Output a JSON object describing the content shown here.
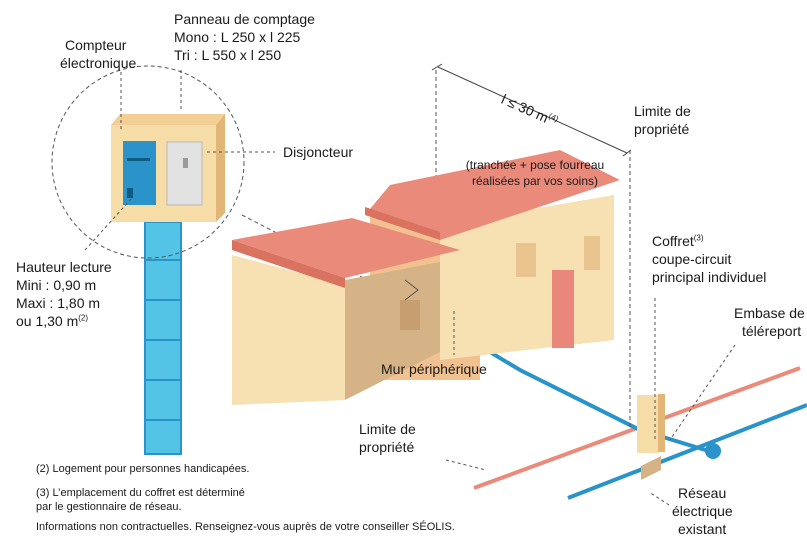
{
  "colors": {
    "meter": "#2a93c9",
    "beige": "#f6dca6",
    "beige_dark": "#e9c48e",
    "roof": "#ea8a7a",
    "door": "#e9887a",
    "cable": "#2a93c9",
    "pole": "#53c3e6"
  },
  "labels": {
    "panel_title": "Panneau de comptage",
    "panel_mono": "Mono : L 250 x l 225",
    "panel_tri": "Tri : L 550 x l 250",
    "compteur_line1": "Compteur",
    "compteur_line2": "électronique",
    "disjoncteur": "Disjoncteur",
    "distance": "l ≤ 30 m",
    "distance_note": "(4)",
    "limite_top_line1": "Limite de",
    "limite_top_line2": "propriété",
    "trench_line1": "(tranchée + pose fourreau",
    "trench_line2": "réalisées par vos soins)",
    "hauteur_title": "Hauteur lecture",
    "hauteur_mini": "Mini : 0,90 m",
    "hauteur_maxi": "Maxi : 1,80 m",
    "hauteur_ou": "ou 1,30 m",
    "hauteur_note": "(2)",
    "coffret_line1": "Coffret",
    "coffret_note": "(3)",
    "coffret_line2": "coupe-circuit",
    "coffret_line3": "principal individuel",
    "embase_line1": "Embase de",
    "embase_line2": "téléreport",
    "mur": "Mur périphérique",
    "limite_bottom_line1": "Limite de",
    "limite_bottom_line2": "propriété",
    "reseau_line1": "Réseau",
    "reseau_line2": "électrique",
    "reseau_line3": "existant"
  },
  "notes": {
    "note2": "(2) Logement pour personnes handicapées.",
    "note3_line1": "(3) L’emplacement du coffret est déterminé",
    "note3_line2": "par le gestionnaire de réseau.",
    "info": "Informations non contractuelles. Renseignez-vous auprès de votre conseiller SÉOLIS."
  }
}
